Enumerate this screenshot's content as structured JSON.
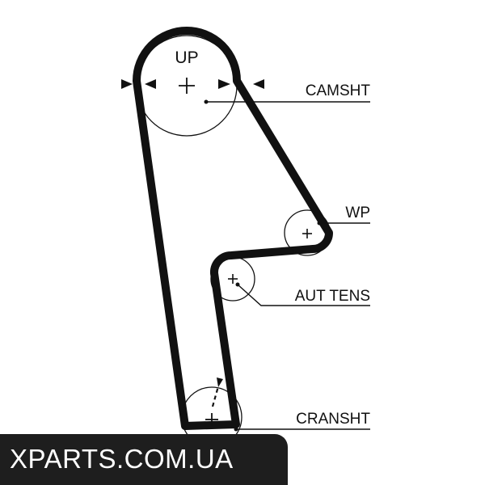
{
  "labels": {
    "up": "UP",
    "camshaft": "CAMSHT",
    "water_pump": "WP",
    "auto_tensioner": "AUT TENS",
    "crankshaft": "CRANSHT"
  },
  "watermark": "XPARTS.COM.UA",
  "colors": {
    "belt": "#111111",
    "pulley": "#111111",
    "background": "#ffffff",
    "watermark_bg": "#1e1e1e",
    "watermark_text": "#ffffff"
  }
}
